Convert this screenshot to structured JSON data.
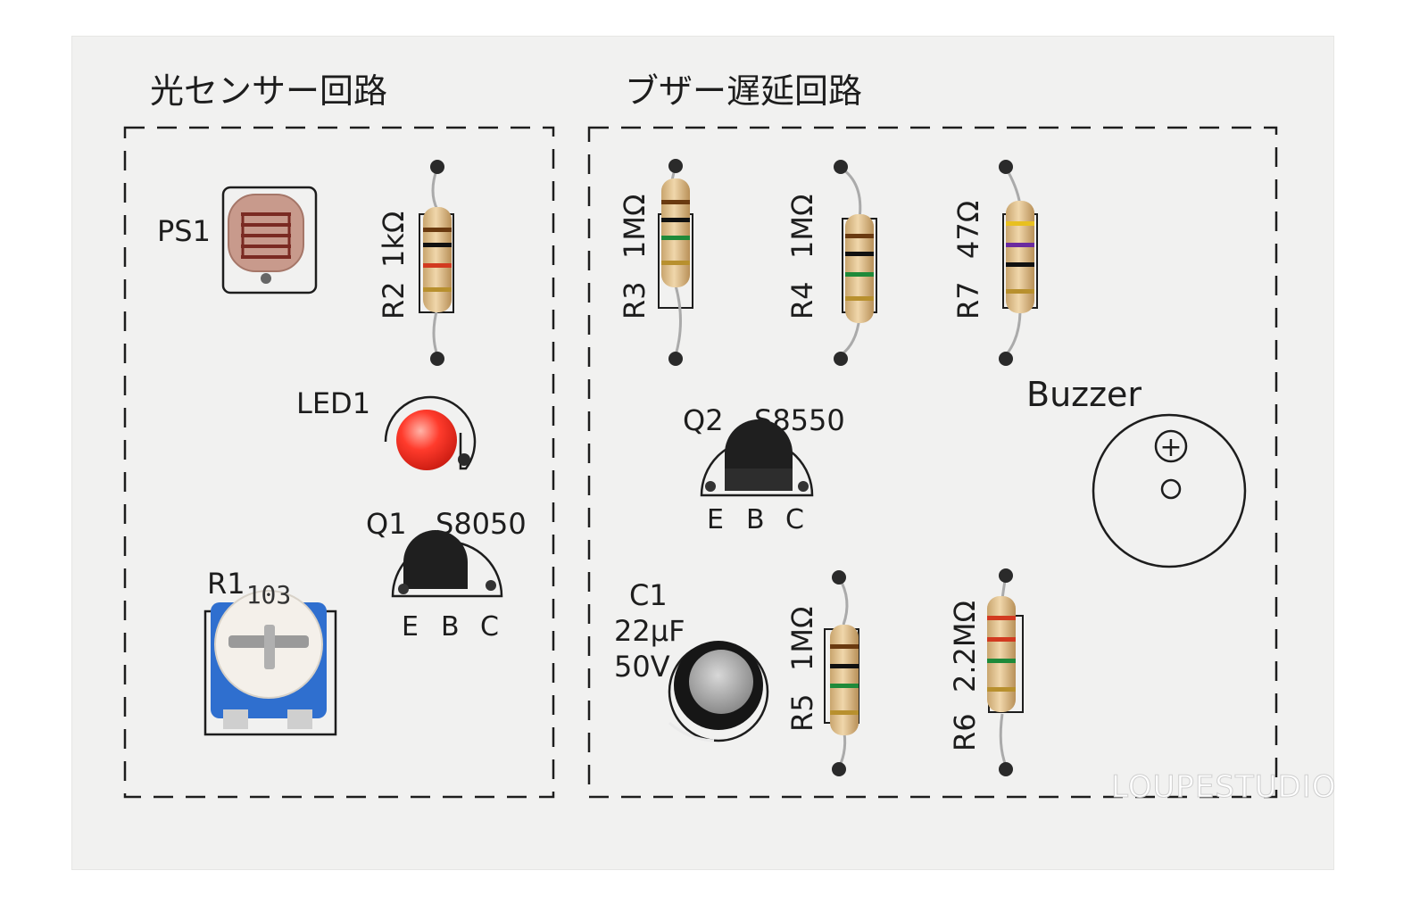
{
  "sections": {
    "light_sensor": {
      "title": "光センサー回路"
    },
    "buzzer_delay": {
      "title": "ブザー遅延回路"
    }
  },
  "components": {
    "ps1": {
      "label": "PS1"
    },
    "r1": {
      "label": "R1",
      "marking": "103"
    },
    "r2": {
      "label": "R2",
      "value": "1kΩ"
    },
    "led1": {
      "label": "LED1"
    },
    "q1": {
      "label": "Q1",
      "part": "S8050",
      "pins": [
        "E",
        "B",
        "C"
      ]
    },
    "r3": {
      "label": "R3",
      "value": "1MΩ"
    },
    "r4": {
      "label": "R4",
      "value": "1MΩ"
    },
    "r7": {
      "label": "R7",
      "value": "47Ω"
    },
    "q2": {
      "label": "Q2",
      "part": "S8550",
      "pins": [
        "E",
        "B",
        "C"
      ]
    },
    "buzzer": {
      "label": "Buzzer",
      "plus": "+"
    },
    "c1": {
      "label": "C1",
      "capacitance": "22μF",
      "voltage": "50V"
    },
    "r5": {
      "label": "R5",
      "value": "1MΩ"
    },
    "r6": {
      "label": "R6",
      "value": "2.2MΩ"
    }
  },
  "watermark": "LOUPESTUDIO",
  "colors": {
    "board": "#f1f1f0",
    "print": "#1d1d1d",
    "resistor_body": "#e2c596",
    "led": "#ff3a2a",
    "trimmer": "#2f6fcf",
    "transistor": "#1e1e1e"
  }
}
